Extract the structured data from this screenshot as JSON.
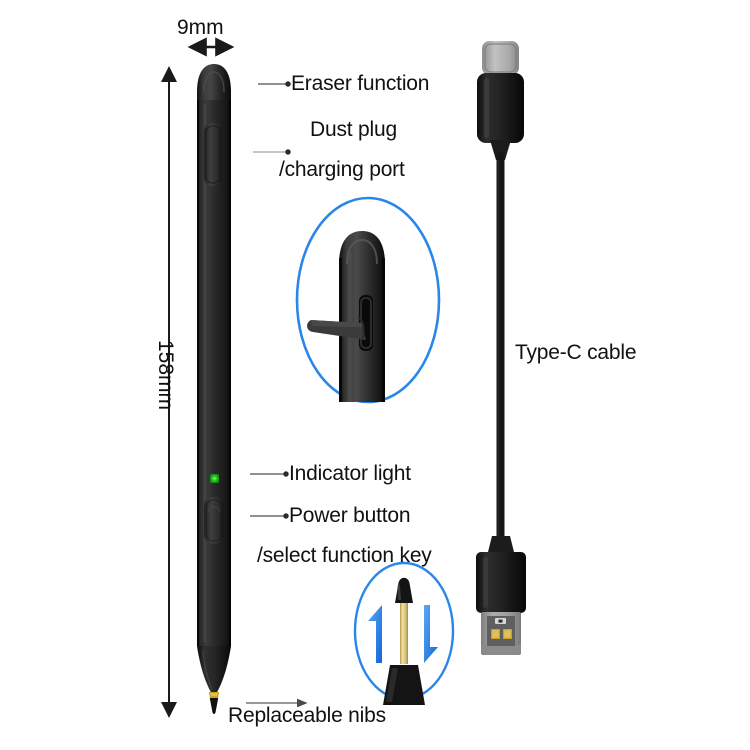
{
  "diagram": {
    "title": "Stylus pen product feature diagram",
    "background_color": "#ffffff",
    "accent_color": "#2a86e8",
    "body_color": "#1c1c1c",
    "led_color": "#2ecb2e",
    "metal_color": "#9a9a9a",
    "gold_color": "#c9a227"
  },
  "dimensions": {
    "width_label": "9mm",
    "height_label": "158mm"
  },
  "callouts": {
    "eraser": "Eraser function",
    "dust_plug_line1": "Dust plug",
    "dust_plug_line2": "/charging port",
    "indicator": "Indicator light",
    "power_line1": "Power button",
    "power_line2": "/select function key",
    "nibs": "Replaceable nibs",
    "cable": "Type-C cable"
  },
  "icons": {
    "pen": "stylus-pen-icon",
    "zoom_top": "magnified-dust-plug-icon",
    "zoom_nibs": "magnified-nibs-icon",
    "cable": "usb-type-c-cable-icon",
    "swap_arrows": "up-down-swap-arrows-icon",
    "led": "indicator-led-icon"
  }
}
